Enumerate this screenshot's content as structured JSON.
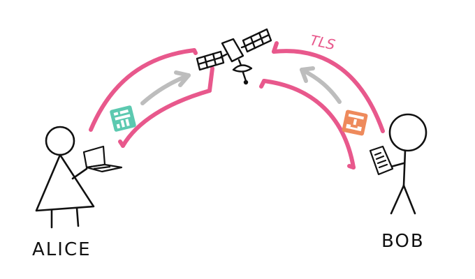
{
  "labels": {
    "alice": "ALICE",
    "bob": "BOB",
    "tls": "TLS"
  },
  "colors": {
    "tunnel": "#e8588c",
    "arrow": "#bdbdbd",
    "alice_packet": "#5cc9b0",
    "bob_packet": "#ee8a5c",
    "ink": "#111111"
  },
  "icons": {
    "alice_device": "laptop-icon",
    "bob_device": "phone-icon",
    "relay": "satellite-icon",
    "alice_packet": "encrypted-packet-icon",
    "bob_packet": "encrypted-packet-icon"
  }
}
